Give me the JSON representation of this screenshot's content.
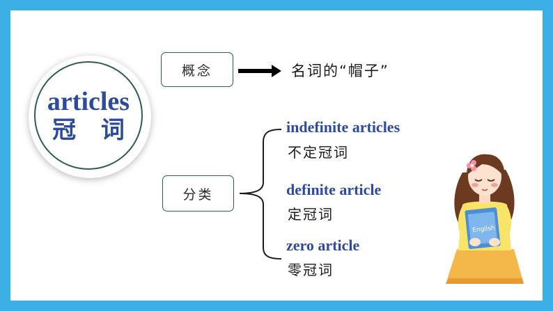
{
  "title": {
    "en": "articles",
    "zh": "冠 词"
  },
  "concept": {
    "label": "概念",
    "definition": "名词的“帽子”"
  },
  "classification": {
    "label": "分类",
    "items": [
      {
        "en": "indefinite articles",
        "zh": "不定冠词"
      },
      {
        "en": "definite article",
        "zh": "定冠词"
      },
      {
        "en": "zero article",
        "zh": "零冠词"
      }
    ]
  },
  "illustration": {
    "book_text": "English"
  },
  "colors": {
    "frame": "#3ab0e6",
    "accent_text": "#2d4b9a",
    "border": "#2c5a55"
  }
}
